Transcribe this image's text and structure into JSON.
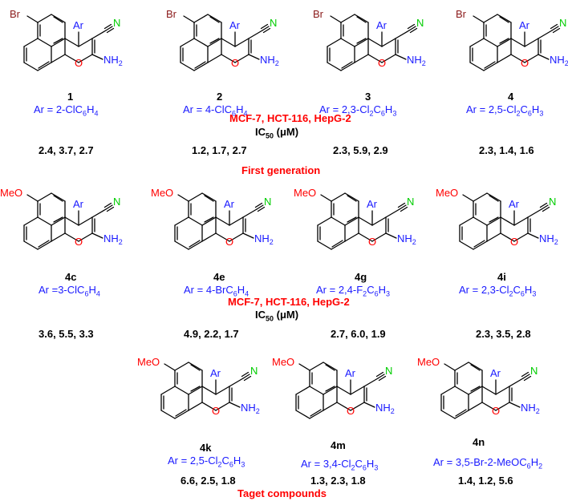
{
  "atoms": {
    "ar": "Ar",
    "cn": "N",
    "nh2": "NH2",
    "o": "O",
    "br": "Br",
    "meo": "MeO"
  },
  "colors": {
    "br": "#8b1a1a",
    "meo": "#ff0000",
    "ar": "#1a1aff",
    "cn": "#00cc00",
    "o": "#ff0000",
    "nh2": "#1a1aff",
    "heading": "#ff0000"
  },
  "section1": {
    "cell_lines": "MCF-7, HCT-116, HepG-2",
    "ic50": "IC50 (μM)",
    "title": "First generation",
    "compounds": [
      {
        "id": "1",
        "ar": "Ar = 2-ClC6H4",
        "ic50": "2.4, 3.7, 2.7"
      },
      {
        "id": "2",
        "ar": "Ar = 4-ClC6H4",
        "ic50": "1.2, 1.7, 2.7"
      },
      {
        "id": "3",
        "ar": "Ar = 2,3-Cl2C6H3",
        "ic50": "2.3, 5.9, 2.9"
      },
      {
        "id": "4",
        "ar": "Ar = 2,5-Cl2C6H3",
        "ic50": "2.3, 1.4, 1.6"
      }
    ]
  },
  "section2": {
    "cell_lines": "MCF-7, HCT-116, HepG-2",
    "ic50": "IC50 (μM)",
    "compounds": [
      {
        "id": "4c",
        "ar": "Ar =3-ClC6H4",
        "ic50": "3.6, 5.5, 3.3"
      },
      {
        "id": "4e",
        "ar": "Ar = 4-BrC6H4",
        "ic50": "4.9, 2.2, 1.7"
      },
      {
        "id": "4g",
        "ar": "Ar = 2,4-F2C6H3",
        "ic50": "2.7, 6.0, 1.9"
      },
      {
        "id": "4i",
        "ar": "Ar = 2,3-Cl2C6H3",
        "ic50": "2.3, 3.5, 2.8"
      }
    ]
  },
  "section3": {
    "title": "Taget compounds",
    "compounds": [
      {
        "id": "4k",
        "ar": "Ar = 2,5-Cl2C6H3",
        "ic50": "6.6, 2.5, 1.8"
      },
      {
        "id": "4m",
        "ar": "Ar = 3,4-Cl2C6H3",
        "ic50": "1.3, 2.3, 1.8"
      },
      {
        "id": "4n",
        "ar": "Ar = 3,5-Br-2-MeOC6H2",
        "ic50": "1.4, 1.2, 5.6"
      }
    ]
  }
}
